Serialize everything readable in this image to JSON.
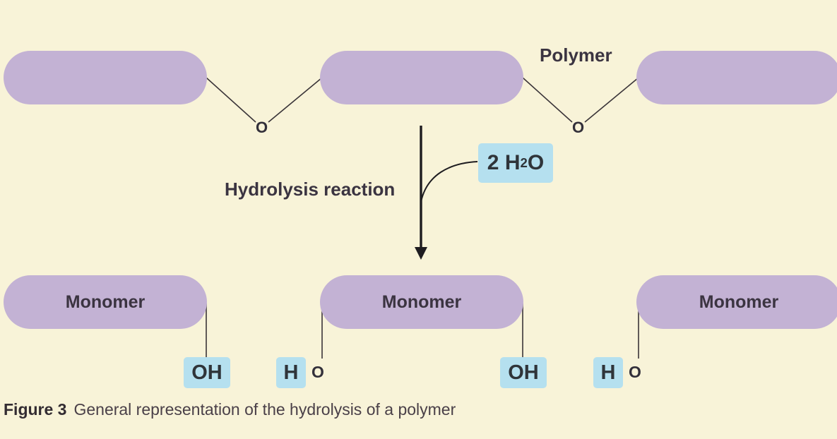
{
  "diagram": {
    "polymer_label": "Polymer",
    "bond_atom": "O",
    "reaction_label": "Hydrolysis reaction",
    "water": {
      "coefficient": "2",
      "element_h": "H",
      "subscript": "2",
      "element_o": "O"
    },
    "monomers": [
      {
        "label": "Monomer"
      },
      {
        "label": "Monomer"
      },
      {
        "label": "Monomer"
      }
    ],
    "products": {
      "hydroxyl": "OH",
      "hydrogen": "H",
      "oxygen": "O"
    }
  },
  "caption": {
    "number": "Figure 3",
    "text": "General representation of the hydrolysis of a polymer"
  },
  "colors": {
    "background": "#f8f3d8",
    "unit_fill": "#c3b2d4",
    "chip_fill": "#b5e0ef",
    "text": "#3b3441"
  }
}
